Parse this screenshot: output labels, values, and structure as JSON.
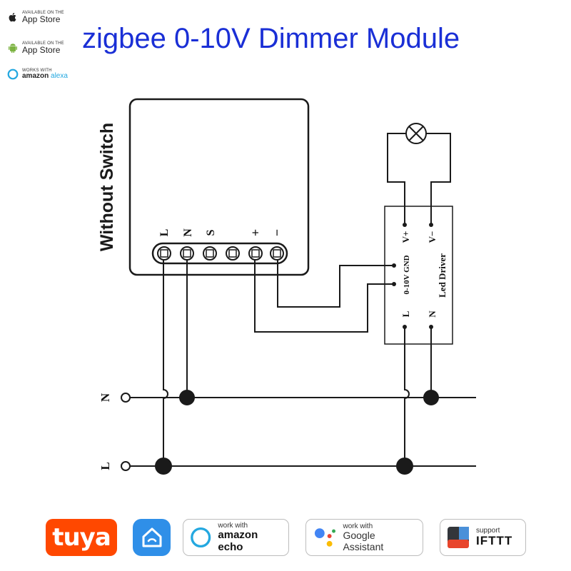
{
  "title": "zigbee 0-10V Dimmer Module",
  "badges": [
    {
      "icon": "apple-icon",
      "small": "AVAILABLE ON THE",
      "big": "App Store"
    },
    {
      "icon": "android-icon",
      "small": "AVAILABLE ON THE",
      "big": "App Store"
    },
    {
      "icon": "alexa-icon",
      "small": "WORKS WITH",
      "brand": "amazon",
      "brand_suffix": "alexa"
    }
  ],
  "module": {
    "side_label": "Without Switch",
    "terminals": [
      "L",
      "N",
      "S",
      "+",
      "−"
    ]
  },
  "driver": {
    "name": "Led Driver",
    "dim_label": "0-10V GND",
    "out_pos": "V+",
    "out_neg": "V−",
    "in_l": "L",
    "in_n": "N"
  },
  "mains": {
    "n": "N",
    "l": "L"
  },
  "logos": {
    "tuya": "tuya",
    "echo": {
      "small": "work with",
      "big": "amazon echo"
    },
    "google": {
      "small": "work with",
      "big": "Google Assistant"
    },
    "ifttt": {
      "small": "support",
      "big": "IFTTT"
    }
  },
  "colors": {
    "title": "#1a2fd6",
    "tuya": "#ff4800",
    "smart_home": "#2f8fe8",
    "alexa": "#24a8e0"
  }
}
